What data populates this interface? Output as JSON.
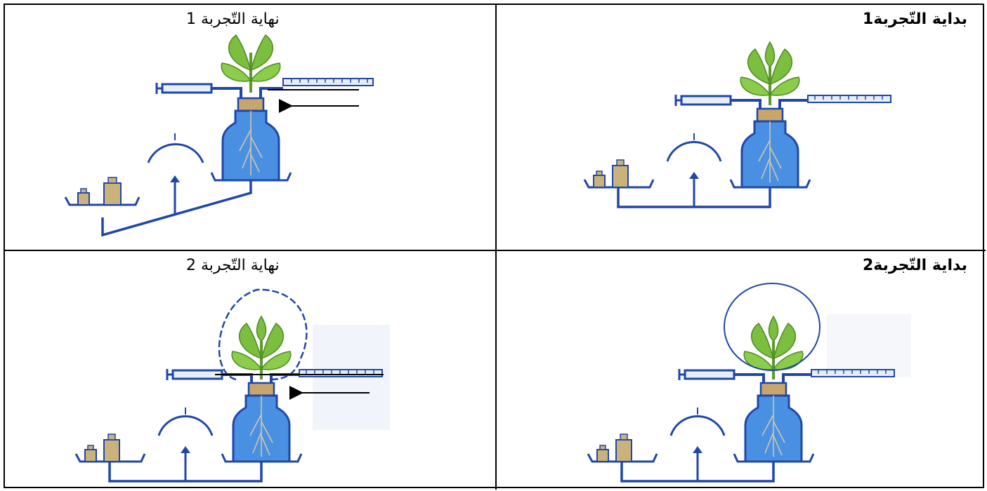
{
  "cells": [
    {
      "id": "end-1",
      "label": "نهاية التّجربة 1"
    },
    {
      "id": "start-1",
      "label": "بداية التّجربة1"
    },
    {
      "id": "end-2",
      "label": "نهاية التّجربة 2"
    },
    {
      "id": "start-2",
      "label": "بداية التّجربة2"
    }
  ],
  "colors": {
    "bottle": "#4a90e2",
    "frame": "#1f47a8",
    "plant": "#7cbe3f",
    "cork": "#c8a56a",
    "weight": "#c9b37a"
  }
}
